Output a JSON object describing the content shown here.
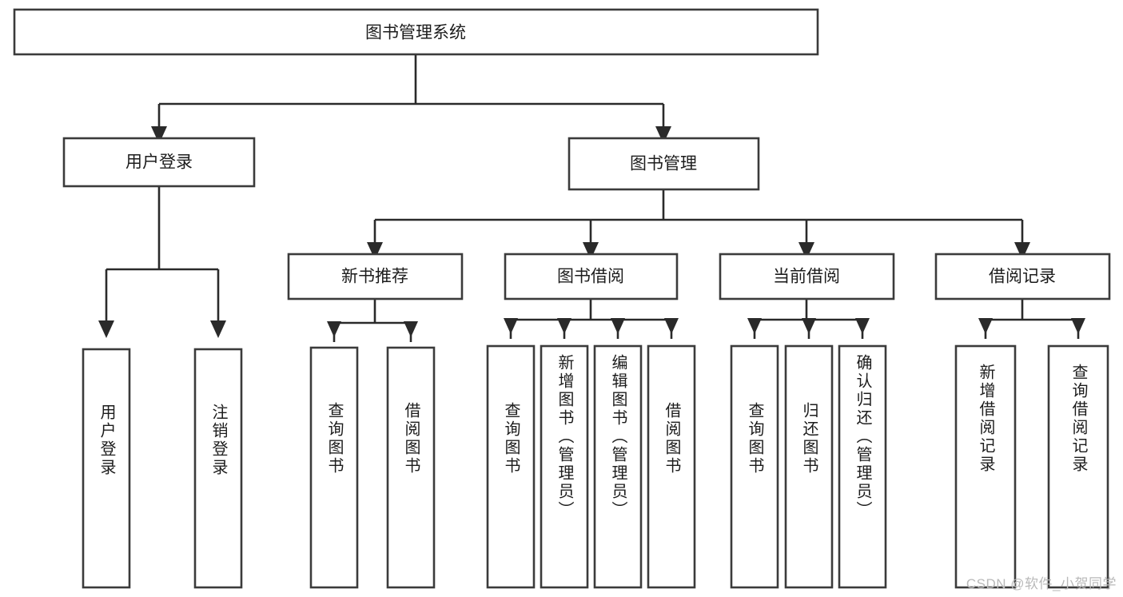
{
  "diagram": {
    "type": "tree-hierarchy",
    "title": "图书管理系统",
    "orientation": "top-down",
    "colors": {
      "box_stroke": "#3b3b3b",
      "box_fill": "#ffffff",
      "link_stroke": "#2a2a2a",
      "text": "#1c1c1c",
      "watermark": "#b9b9b9",
      "background": "#ffffff"
    },
    "root": {
      "id": "root",
      "label": "图书管理系统",
      "orientation": "horizontal"
    },
    "level2": [
      {
        "id": "user-login",
        "label": "用户登录",
        "orientation": "horizontal"
      },
      {
        "id": "book-manage",
        "label": "图书管理",
        "orientation": "horizontal"
      }
    ],
    "level3": [
      {
        "id": "new-book-recommend",
        "label": "新书推荐",
        "orientation": "horizontal",
        "parent": "book-manage"
      },
      {
        "id": "book-borrow",
        "label": "图书借阅",
        "orientation": "horizontal",
        "parent": "book-manage"
      },
      {
        "id": "current-borrow",
        "label": "当前借阅",
        "orientation": "horizontal",
        "parent": "book-manage"
      },
      {
        "id": "borrow-record",
        "label": "借阅记录",
        "orientation": "horizontal",
        "parent": "book-manage"
      }
    ],
    "leaves": [
      {
        "id": "leaf-user-login",
        "label": "用户登录",
        "orientation": "vertical",
        "parent": "user-login"
      },
      {
        "id": "leaf-logout-login",
        "label": "注销登录",
        "orientation": "vertical",
        "parent": "user-login"
      },
      {
        "id": "leaf-query-book-1",
        "label": "查询图书",
        "orientation": "vertical",
        "parent": "new-book-recommend"
      },
      {
        "id": "leaf-borrow-book-1",
        "label": "借阅图书",
        "orientation": "vertical",
        "parent": "new-book-recommend"
      },
      {
        "id": "leaf-query-book-2",
        "label": "查询图书",
        "orientation": "vertical",
        "parent": "book-borrow"
      },
      {
        "id": "leaf-add-book",
        "label": "新增图书（管理员）",
        "orientation": "vertical",
        "parent": "book-borrow"
      },
      {
        "id": "leaf-edit-book",
        "label": "编辑图书（管理员）",
        "orientation": "vertical",
        "parent": "book-borrow"
      },
      {
        "id": "leaf-borrow-book-2",
        "label": "借阅图书",
        "orientation": "vertical",
        "parent": "book-borrow"
      },
      {
        "id": "leaf-query-book-3",
        "label": "查询图书",
        "orientation": "vertical",
        "parent": "current-borrow"
      },
      {
        "id": "leaf-return-book",
        "label": "归还图书",
        "orientation": "vertical",
        "parent": "current-borrow"
      },
      {
        "id": "leaf-confirm-return",
        "label": "确认归还（管理员）",
        "orientation": "vertical",
        "parent": "current-borrow"
      },
      {
        "id": "leaf-add-record",
        "label": "新增借阅记录",
        "orientation": "vertical",
        "parent": "borrow-record"
      },
      {
        "id": "leaf-query-record",
        "label": "查询借阅记录",
        "orientation": "vertical",
        "parent": "borrow-record"
      }
    ]
  },
  "watermark": {
    "text": "CSDN @软件_小贺同学"
  }
}
